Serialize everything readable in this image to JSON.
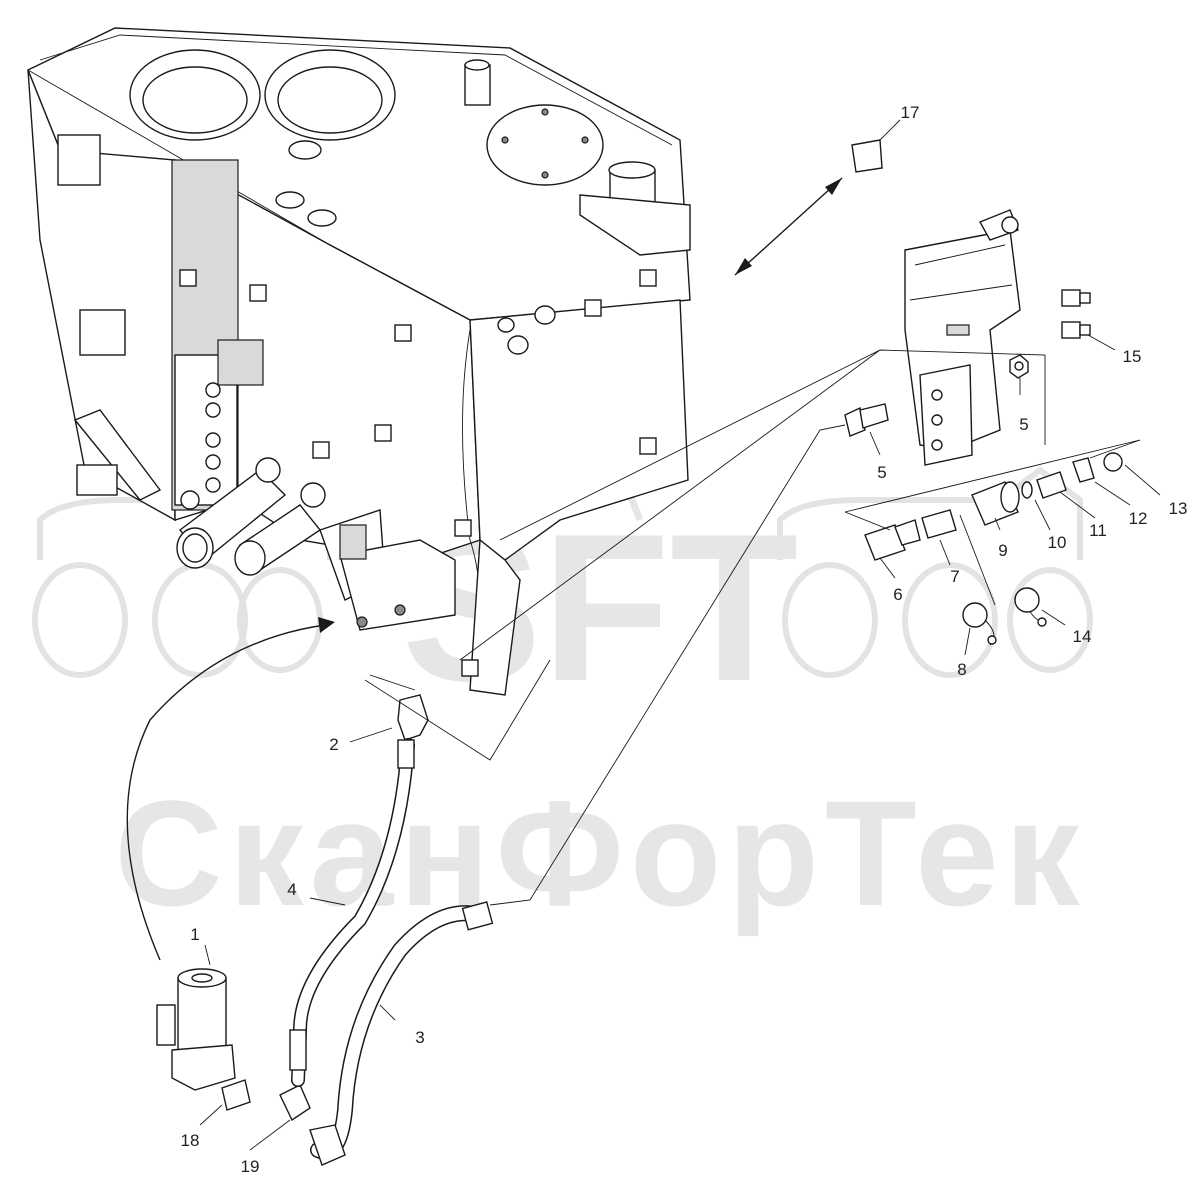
{
  "watermark": {
    "logo_text": "SFT",
    "brand_text": "СканФорТек"
  },
  "callouts": [
    {
      "id": "label-1",
      "text": "1"
    },
    {
      "id": "label-2",
      "text": "2"
    },
    {
      "id": "label-3",
      "text": "3"
    },
    {
      "id": "label-4",
      "text": "4"
    },
    {
      "id": "label-5a",
      "text": "5"
    },
    {
      "id": "label-5b",
      "text": "5"
    },
    {
      "id": "label-6",
      "text": "6"
    },
    {
      "id": "label-7",
      "text": "7"
    },
    {
      "id": "label-8",
      "text": "8"
    },
    {
      "id": "label-9",
      "text": "9"
    },
    {
      "id": "label-10",
      "text": "10"
    },
    {
      "id": "label-11",
      "text": "11"
    },
    {
      "id": "label-12",
      "text": "12"
    },
    {
      "id": "label-13",
      "text": "13"
    },
    {
      "id": "label-14",
      "text": "14"
    },
    {
      "id": "label-15",
      "text": "15"
    },
    {
      "id": "label-17",
      "text": "17"
    },
    {
      "id": "label-18",
      "text": "18"
    },
    {
      "id": "label-19",
      "text": "19"
    }
  ]
}
